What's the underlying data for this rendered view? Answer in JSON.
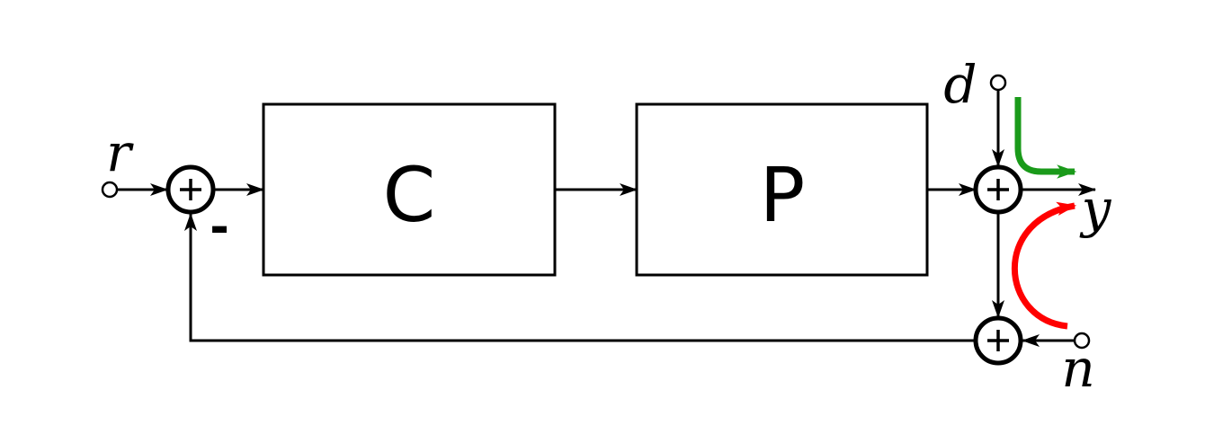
{
  "blocks": {
    "controller": "C",
    "plant": "P"
  },
  "signals": {
    "reference": "r",
    "disturbance": "d",
    "output": "y",
    "noise": "n"
  },
  "feedback_sign": "-",
  "summing_symbol": "+",
  "colors": {
    "lines": "#000000",
    "disturbance_path": "#1a9a1a",
    "noise_path": "#ff0000"
  }
}
